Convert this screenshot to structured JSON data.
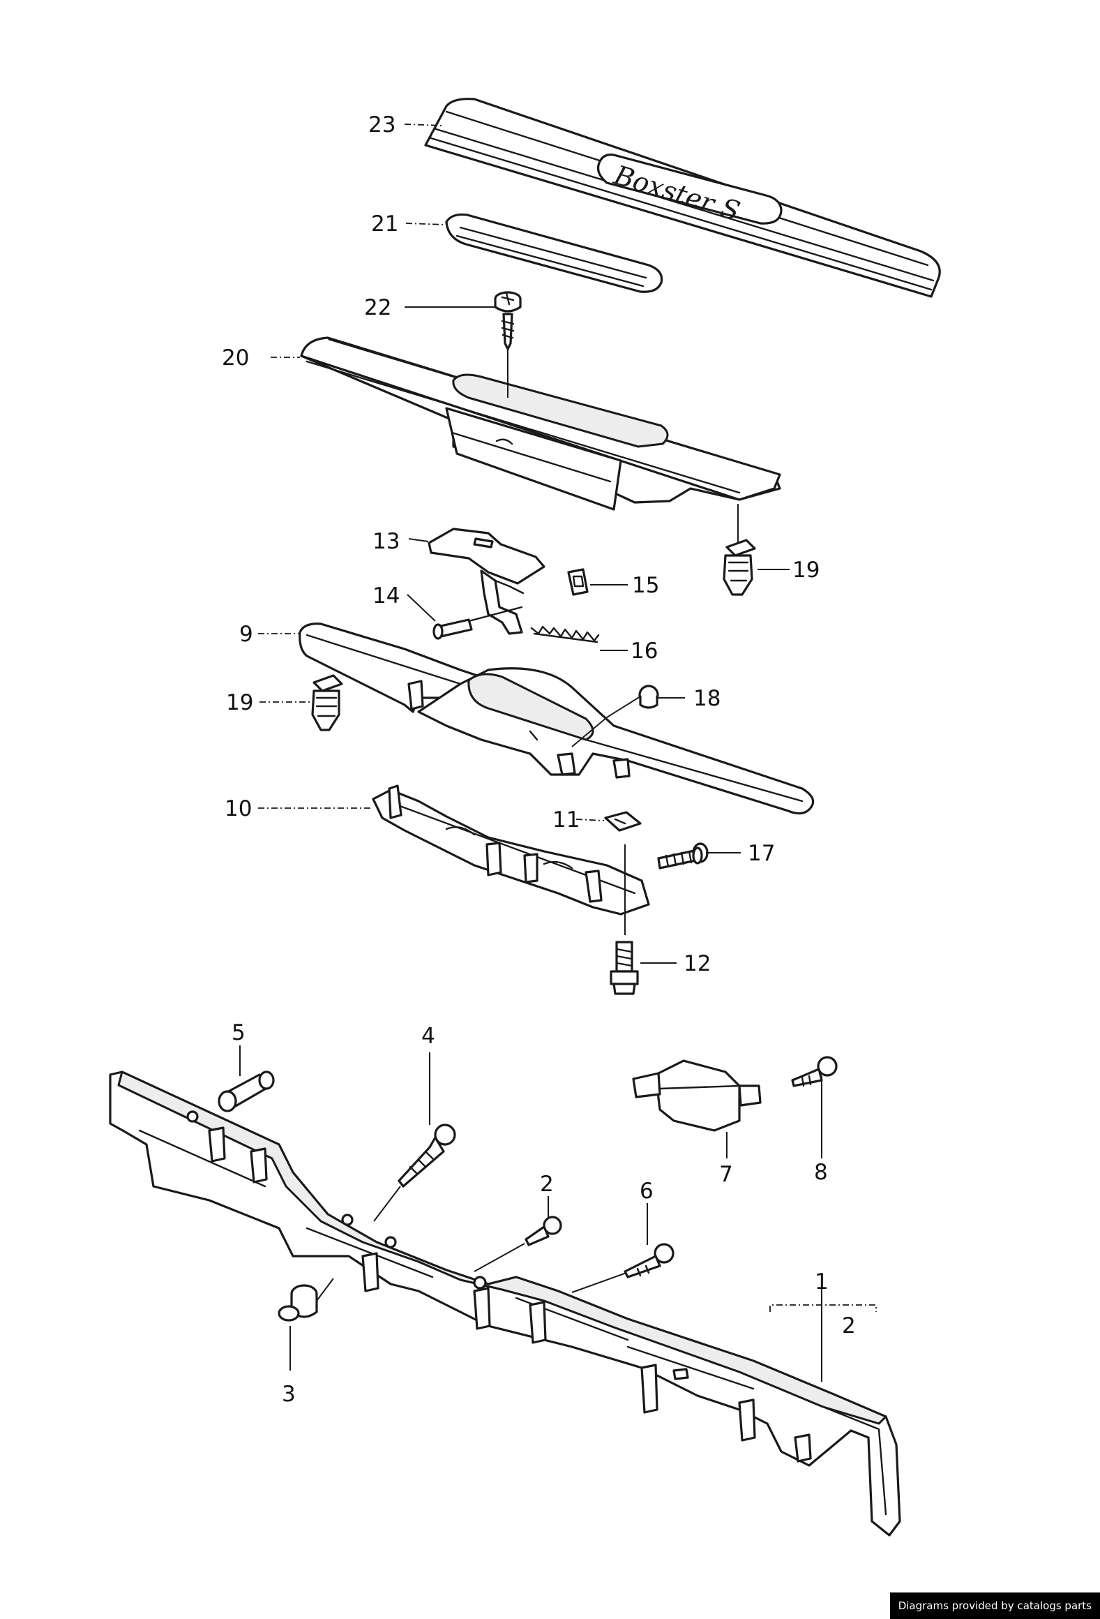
{
  "credit": "Diagrams provided by catalogs parts",
  "emblem": "Boxster S",
  "callouts": [
    {
      "id": "23",
      "label": "23"
    },
    {
      "id": "21",
      "label": "21"
    },
    {
      "id": "22",
      "label": "22"
    },
    {
      "id": "20",
      "label": "20"
    },
    {
      "id": "19a",
      "label": "19"
    },
    {
      "id": "13",
      "label": "13"
    },
    {
      "id": "15",
      "label": "15"
    },
    {
      "id": "14",
      "label": "14"
    },
    {
      "id": "9",
      "label": "9"
    },
    {
      "id": "16",
      "label": "16"
    },
    {
      "id": "19b",
      "label": "19"
    },
    {
      "id": "18",
      "label": "18"
    },
    {
      "id": "10",
      "label": "10"
    },
    {
      "id": "11",
      "label": "11"
    },
    {
      "id": "17",
      "label": "17"
    },
    {
      "id": "12",
      "label": "12"
    },
    {
      "id": "5",
      "label": "5"
    },
    {
      "id": "4",
      "label": "4"
    },
    {
      "id": "7",
      "label": "7"
    },
    {
      "id": "8",
      "label": "8"
    },
    {
      "id": "2a",
      "label": "2"
    },
    {
      "id": "6",
      "label": "6"
    },
    {
      "id": "1",
      "label": "1"
    },
    {
      "id": "2b",
      "label": "2"
    },
    {
      "id": "3",
      "label": "3"
    }
  ]
}
